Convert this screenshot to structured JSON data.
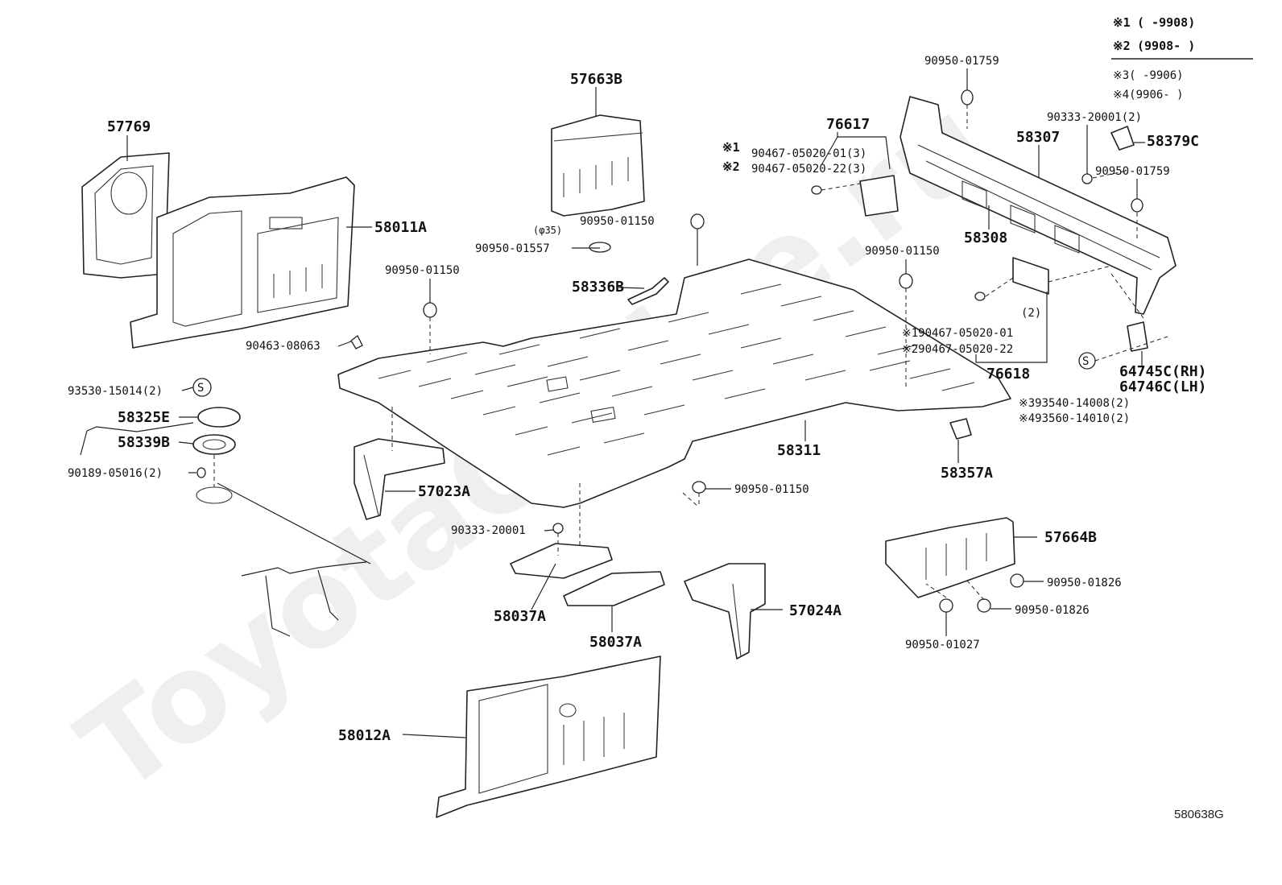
{
  "figure_code": "580638G",
  "watermark": "ToyotaOnline.ru",
  "legend": {
    "row1_mark": "※1",
    "row1_range": "(      -9908)",
    "row2_mark": "※2",
    "row2_range": "(9908-      )",
    "row3": "※3(      -9906)",
    "row4": "※4(9906-      )"
  },
  "labels": {
    "p57769": "57769",
    "p58011A": "58011A",
    "p57663B": "57663B",
    "p76617": "76617",
    "n1a": "※1",
    "n2a": "※2",
    "p90467_01_3": "90467-05020-01(3)",
    "p90467_22_3": "90467-05020-22(3)",
    "p90950_01759_a": "90950-01759",
    "p90333_20001_2": "90333-20001(2)",
    "p58307": "58307",
    "p58379C": "58379C",
    "p90950_01759_b": "90950-01759",
    "p58308": "58308",
    "p90950_01150_a": "90950-01150",
    "phi35": "(φ35)",
    "p90950_01557": "90950-01557",
    "p90950_01150_b": "90950-01150",
    "p90950_01150_c": "90950-01150",
    "p58336B": "58336B",
    "p90463_08063": "90463-08063",
    "qty2": "(2)",
    "n1b_line": "※190467-05020-01",
    "n2b_line": "※290467-05020-22",
    "p76618": "76618",
    "p64745C": "64745C(RH)",
    "p64746C": "64746C(LH)",
    "n3_line": "※393540-14008(2)",
    "n4_line": "※493560-14010(2)",
    "p93530_15014": "93530-15014(2)",
    "p58325E": "58325E",
    "p58339B": "58339B",
    "p90189_05016": "90189-05016(2)",
    "p58311": "58311",
    "p58357A": "58357A",
    "p57023A": "57023A",
    "p90950_01150_d": "90950-01150",
    "p90333_20001": "90333-20001",
    "p58037A_a": "58037A",
    "p58037A_b": "58037A",
    "p57024A": "57024A",
    "p57664B": "57664B",
    "p90950_01826_a": "90950-01826",
    "p90950_01826_b": "90950-01826",
    "p90950_01027": "90950-01027",
    "p58012A": "58012A",
    "s_mark_a": "S",
    "s_mark_b": "S"
  }
}
